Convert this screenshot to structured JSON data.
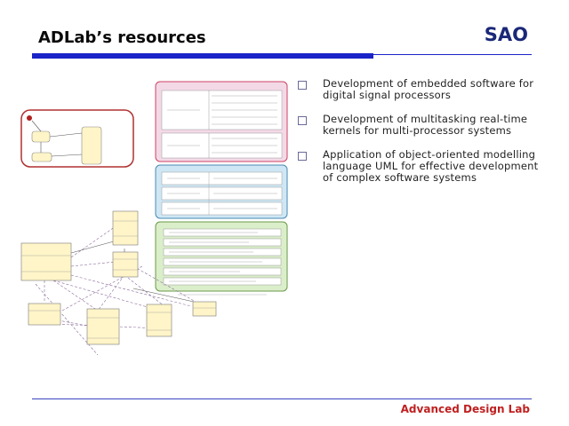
{
  "slide": {
    "title": "ADLab’s resources",
    "logo": "SAO",
    "footer": "Advanced Design Lab"
  },
  "bullets": [
    "Development of embedded software for digital signal processors",
    "Development of multitasking real-time kernels for multi-processor systems",
    "Application of object-oriented modelling language UML for effective development of complex software systems"
  ],
  "colors": {
    "title_bar": "#1a24c8",
    "logo": "#1a2878",
    "footer": "#c02020",
    "panel_pink": "#f3d9e6",
    "panel_blue": "#cfe7f5",
    "panel_green": "#dbeeca",
    "uml_box": "#fff5c8"
  },
  "icons": {
    "bullet": "square-bullet-icon"
  }
}
